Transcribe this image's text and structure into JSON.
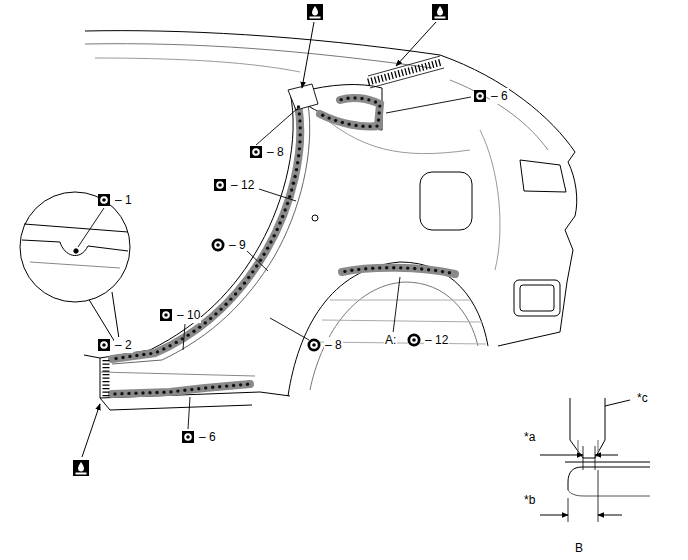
{
  "diagram": {
    "labels": [
      "– 6",
      "– 8",
      "– 12",
      "– 1",
      "– 9",
      "– 10",
      "– 2",
      "– 8",
      "A:",
      "– 12",
      "– 6",
      "*c",
      "*a",
      "*b",
      "B"
    ]
  }
}
